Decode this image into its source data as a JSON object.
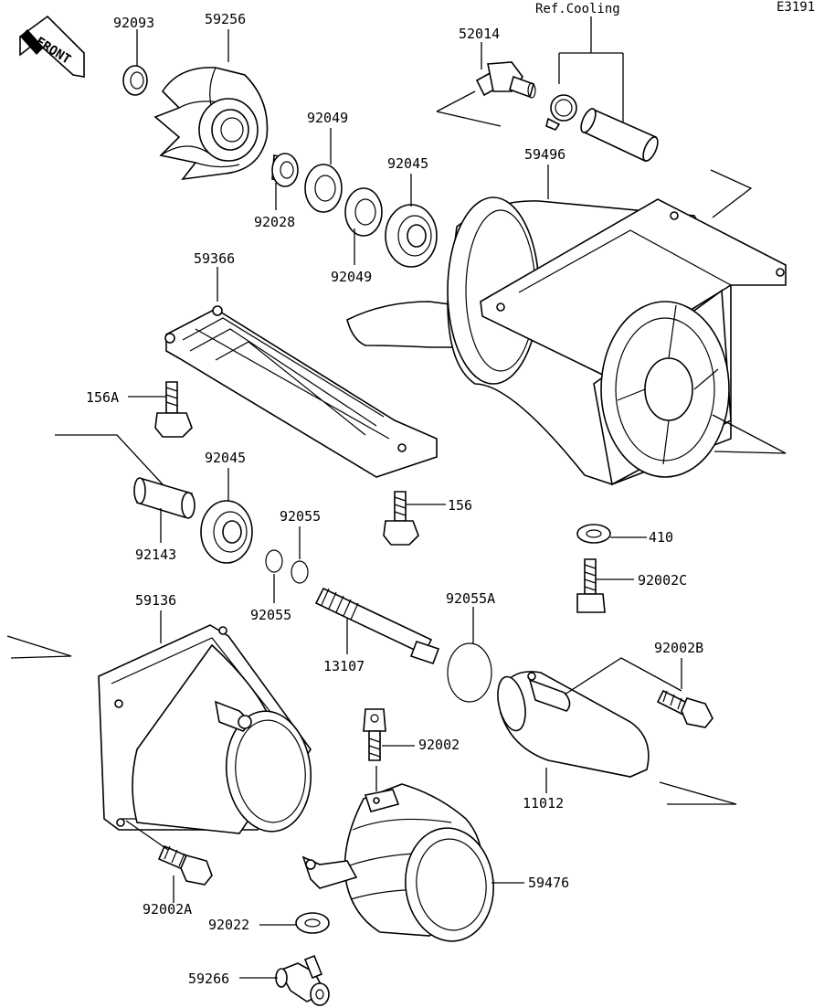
{
  "figure_code": "E3191",
  "ref_cooling": "Ref.Cooling",
  "front_label": "FRONT",
  "parts": [
    {
      "id": "92093"
    },
    {
      "id": "59256"
    },
    {
      "id": "52014"
    },
    {
      "id": "92049a",
      "label": "92049"
    },
    {
      "id": "92045a",
      "label": "92045"
    },
    {
      "id": "59496"
    },
    {
      "id": "92028"
    },
    {
      "id": "92049b",
      "label": "92049"
    },
    {
      "id": "59366"
    },
    {
      "id": "156A"
    },
    {
      "id": "92045b",
      "label": "92045"
    },
    {
      "id": "92055a",
      "label": "92055"
    },
    {
      "id": "156"
    },
    {
      "id": "410"
    },
    {
      "id": "92143"
    },
    {
      "id": "92002C"
    },
    {
      "id": "59136"
    },
    {
      "id": "92055b",
      "label": "92055"
    },
    {
      "id": "92055A"
    },
    {
      "id": "13107"
    },
    {
      "id": "92002B"
    },
    {
      "id": "92002"
    },
    {
      "id": "11012"
    },
    {
      "id": "59476"
    },
    {
      "id": "92002A"
    },
    {
      "id": "92022"
    },
    {
      "id": "59266"
    }
  ]
}
